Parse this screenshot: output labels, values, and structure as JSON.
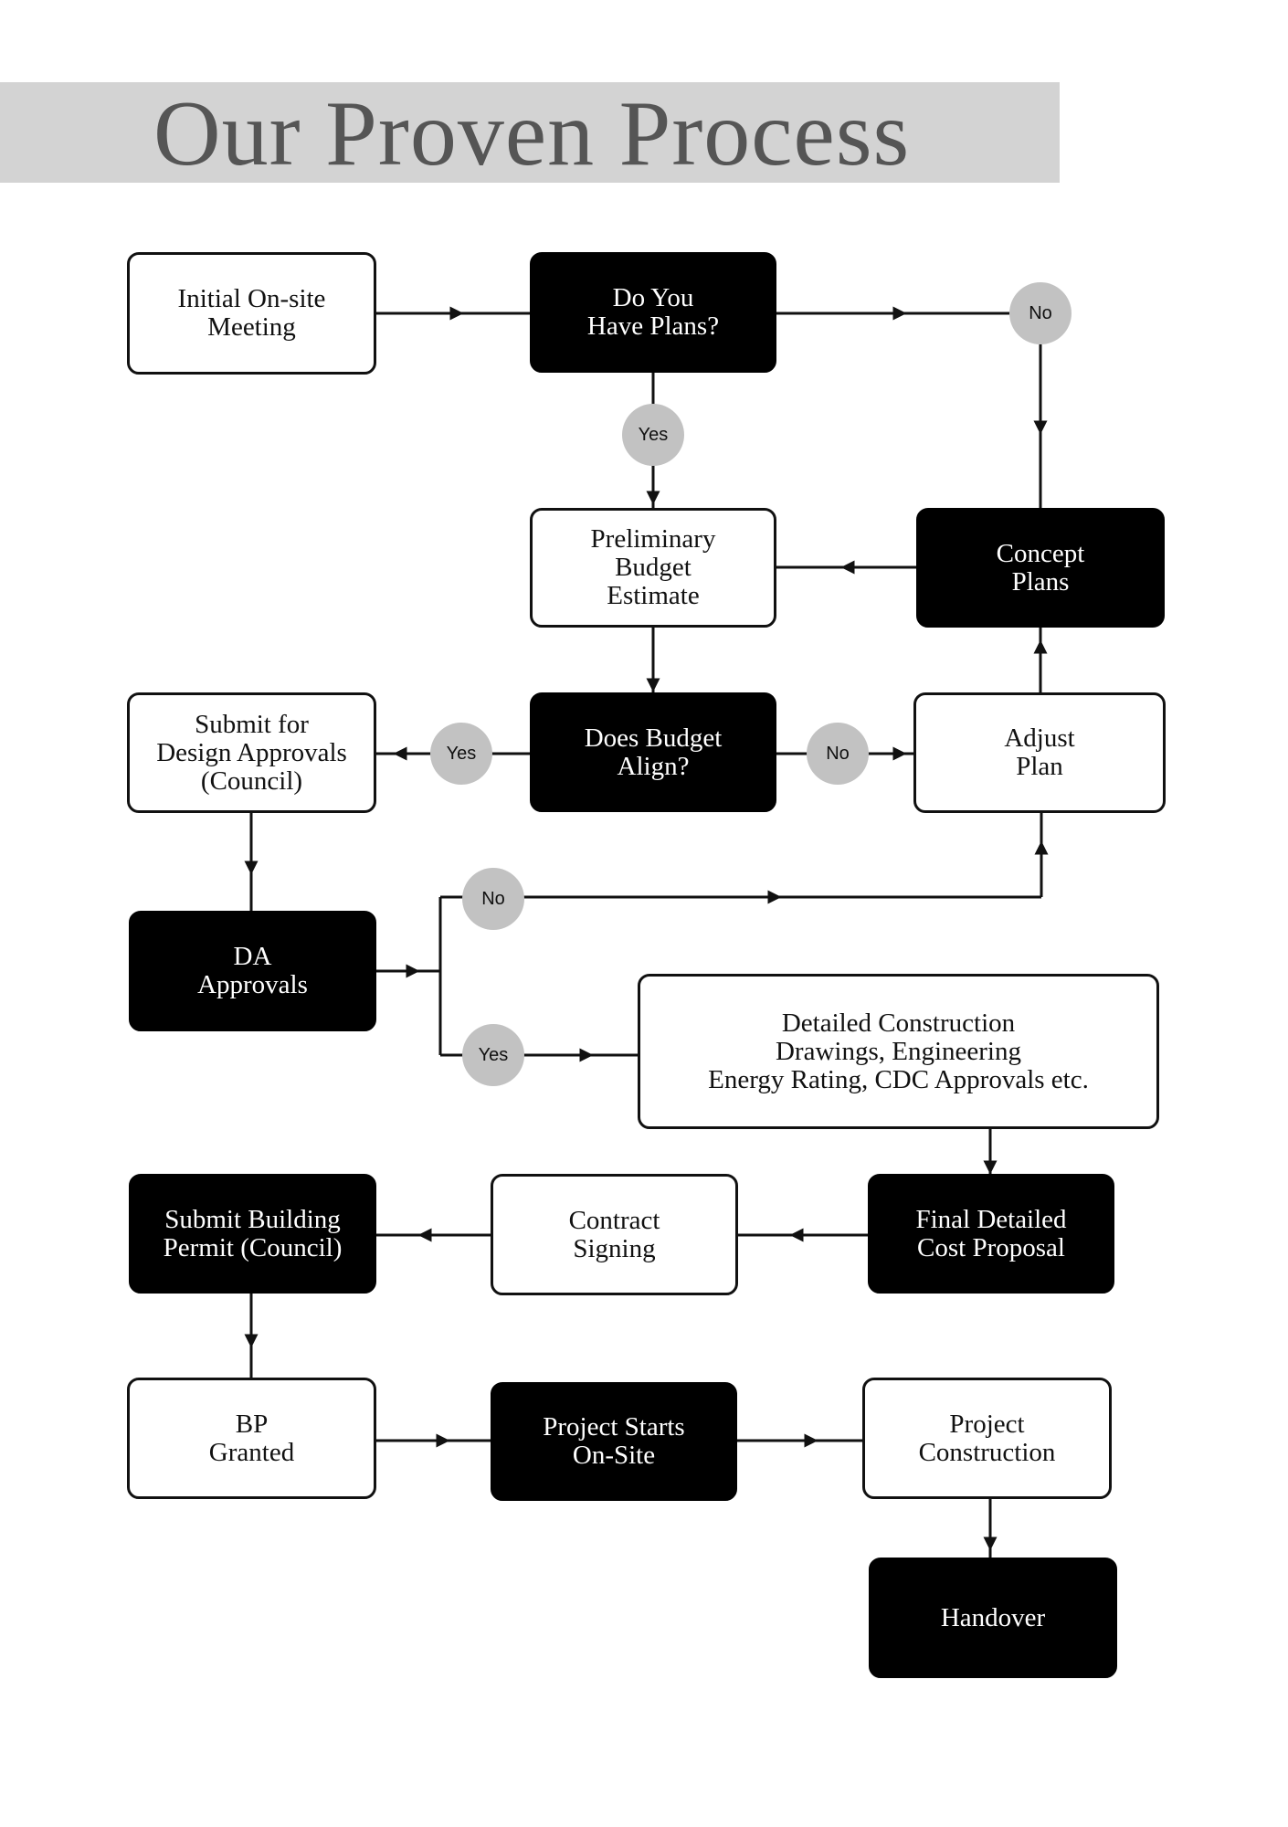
{
  "title": "Our Proven Process",
  "colors": {
    "title_band": "#d3d3d3",
    "title_text": "#555555",
    "dark_box": "#000000",
    "badge": "#c2c2c2",
    "line": "#111111"
  },
  "nodes": {
    "initial_meeting": "Initial On-site\nMeeting",
    "have_plans": "Do You\nHave Plans?",
    "concept_plans": "Concept\nPlans",
    "preliminary_budget": "Preliminary\nBudget\nEstimate",
    "budget_align": "Does Budget\nAlign?",
    "adjust_plan": "Adjust\nPlan",
    "submit_design": "Submit for\nDesign Approvals\n(Council)",
    "da_approvals": "DA\nApprovals",
    "detailed_construction": "Detailed Construction\nDrawings, Engineering\nEnergy Rating, CDC Approvals etc.",
    "final_cost": "Final Detailed\nCost Proposal",
    "contract_signing": "Contract\nSigning",
    "submit_permit": "Submit Building\nPermit (Council)",
    "bp_granted": "BP\nGranted",
    "project_starts": "Project Starts\nOn-Site",
    "project_construction": "Project\nConstruction",
    "handover": "Handover"
  },
  "badges": {
    "plans_no": "No",
    "plans_yes": "Yes",
    "budget_yes": "Yes",
    "budget_no": "No",
    "da_no": "No",
    "da_yes": "Yes"
  }
}
